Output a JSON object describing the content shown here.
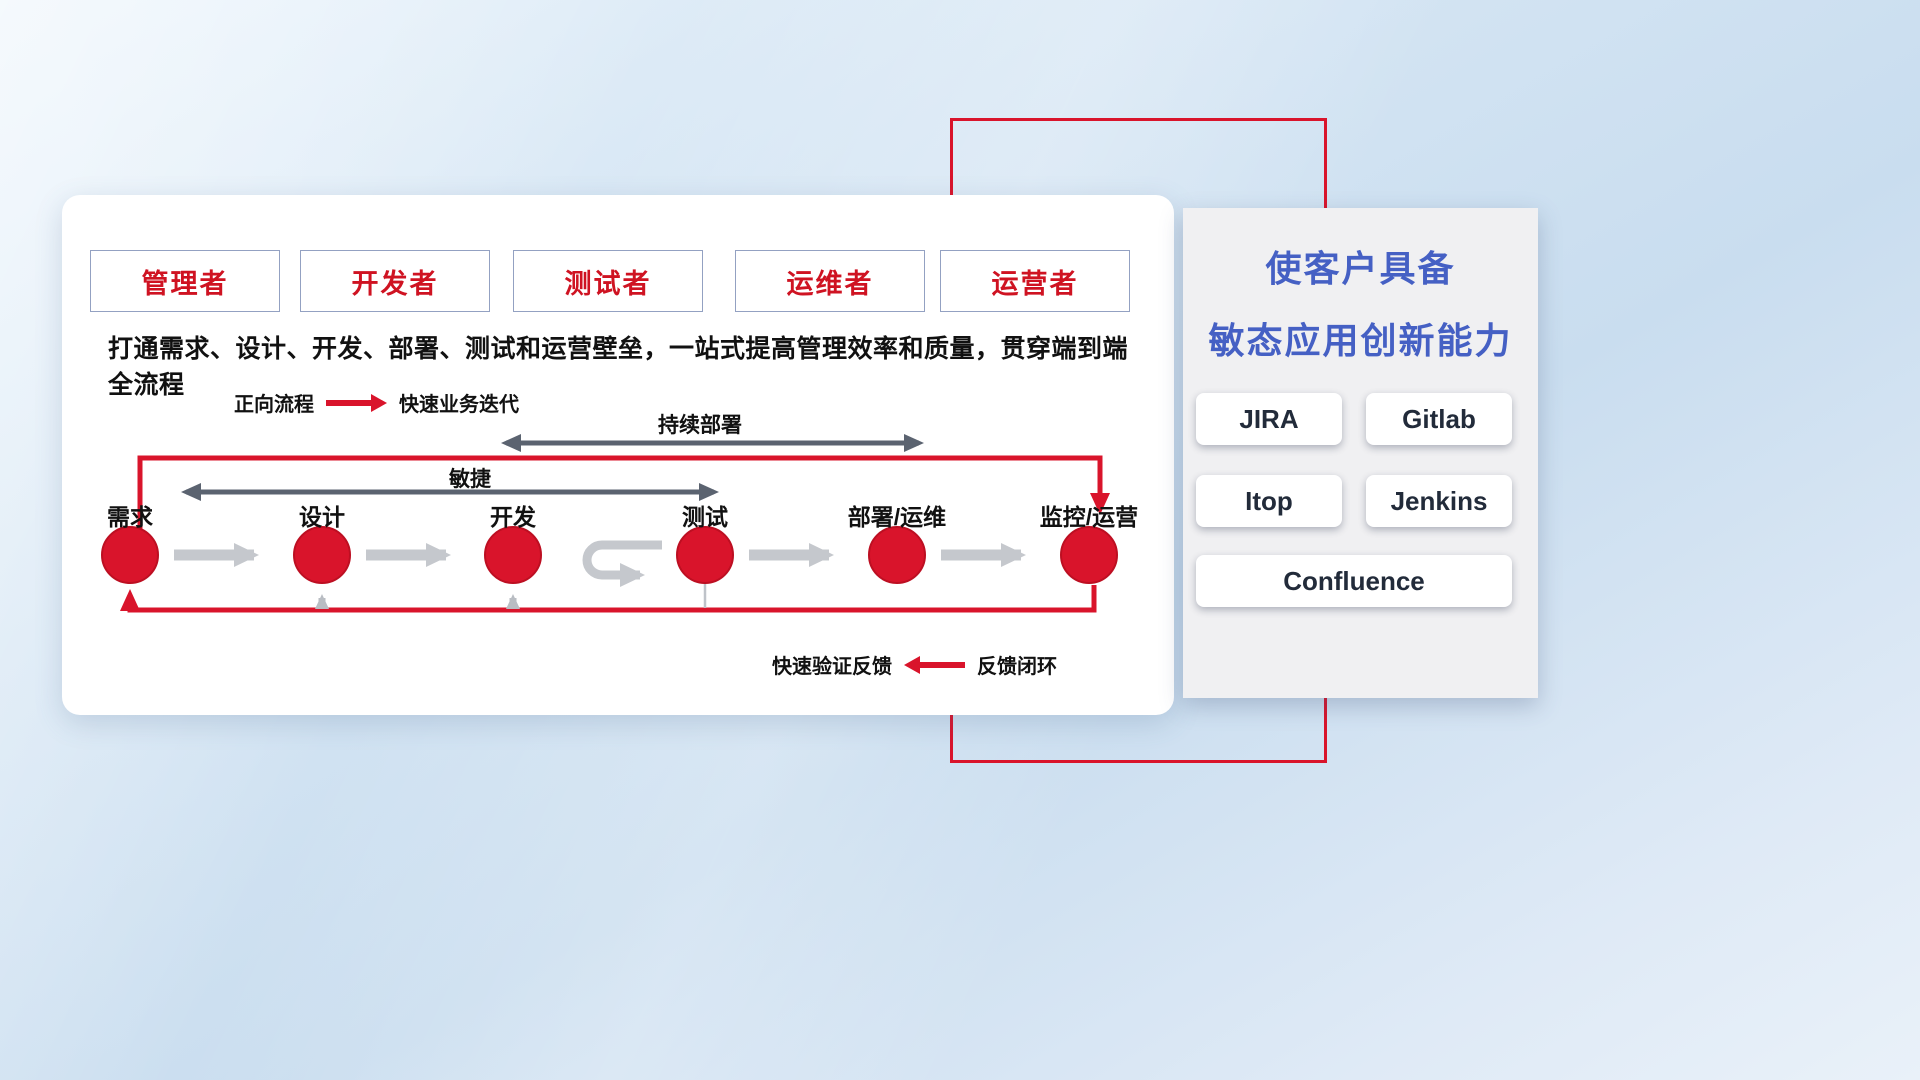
{
  "roles": [
    "管理者",
    "开发者",
    "测试者",
    "运维者",
    "运营者"
  ],
  "description": "打通需求、设计、开发、部署、测试和运营壁垒，一站式提高管理效率和质量，贯穿端到端全流程",
  "legend": {
    "forward_label": "正向流程",
    "forward_desc": "快速业务迭代",
    "feedback_desc": "快速验证反馈",
    "feedback_label": "反馈闭环"
  },
  "flow_arrows": {
    "continuous_deployment": "持续部署",
    "agile": "敏捷"
  },
  "stages": [
    "需求",
    "设计",
    "开发",
    "测试",
    "部署/运维",
    "监控/运营"
  ],
  "right_panel": {
    "title_line1": "使客户具备",
    "title_line2": "敏态应用创新能力",
    "tools": [
      "JIRA",
      "Gitlab",
      "Itop",
      "Jenkins",
      "Confluence"
    ]
  },
  "colors": {
    "accent_red": "#d9142b",
    "title_blue": "#4560c4",
    "dark_arrow": "#5b6370",
    "light_arrow": "#c5c8cd",
    "role_text": "#cf1322"
  }
}
